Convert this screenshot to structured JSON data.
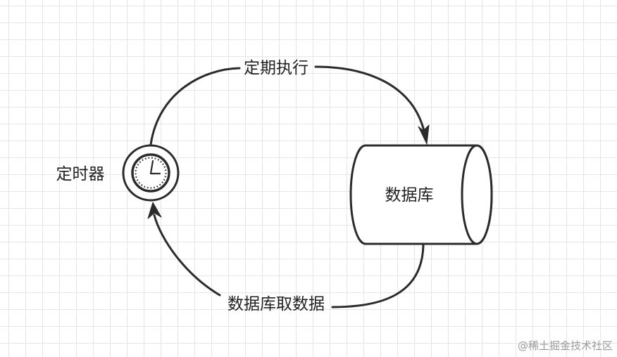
{
  "diagram": {
    "nodes": {
      "timer": {
        "label": "定时器",
        "icon": "clock-icon"
      },
      "database": {
        "label": "数据库",
        "shape": "cylinder"
      }
    },
    "edges": [
      {
        "from": "timer",
        "to": "database",
        "label": "定期执行"
      },
      {
        "from": "database",
        "to": "timer",
        "label": "数据库取数据"
      }
    ]
  },
  "watermark": "@稀土掘金技术社区",
  "colors": {
    "stroke": "#2b2b2b",
    "text": "#222222",
    "grid": "#e6e6e6",
    "watermark": "#9a9a9a"
  }
}
